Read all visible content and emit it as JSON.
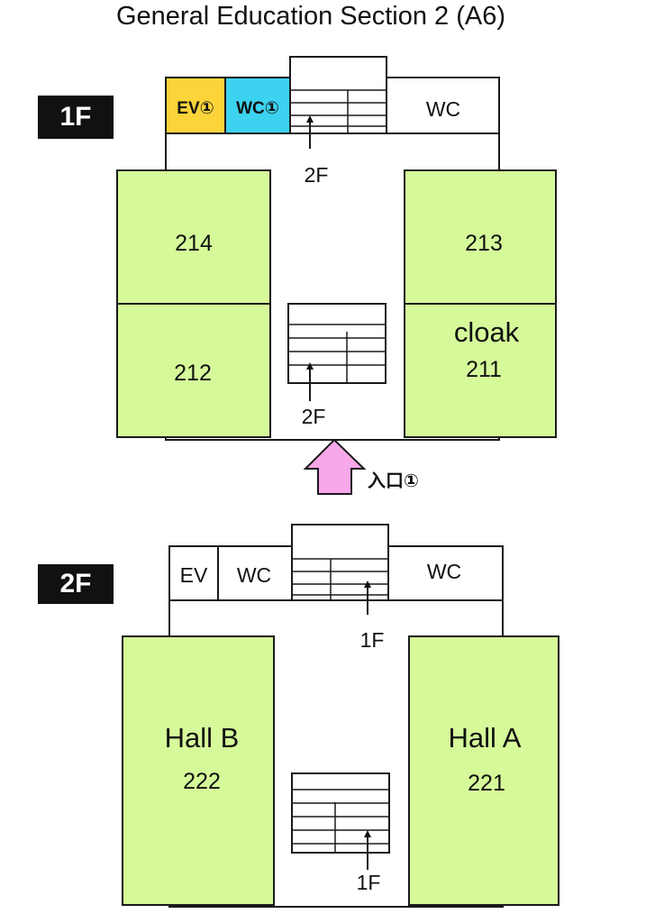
{
  "title": "General Education Section 2 (A6)",
  "colors": {
    "room": "#d6fa9a",
    "ev_1f": "#fbd43a",
    "wc_1f": "#3cd2f0",
    "entrance_arrow": "#f7a8ea",
    "outline": "#1a1a1a"
  },
  "floor1": {
    "badge": "1F",
    "ev": "EV①",
    "wc_left": "WC①",
    "wc_right": "WC",
    "stair_top_label": "2F",
    "room_214": "214",
    "room_213": "213",
    "room_212": "212",
    "room_211_name": "cloak",
    "room_211": "211",
    "stair_center_label": "2F",
    "entrance": "入口①"
  },
  "floor2": {
    "badge": "2F",
    "ev": "EV",
    "wc_left": "WC",
    "wc_right": "WC",
    "stair_top_label": "1F",
    "hall_b_name": "Hall B",
    "room_222": "222",
    "hall_a_name": "Hall A",
    "room_221": "221",
    "stair_center_label": "1F"
  }
}
